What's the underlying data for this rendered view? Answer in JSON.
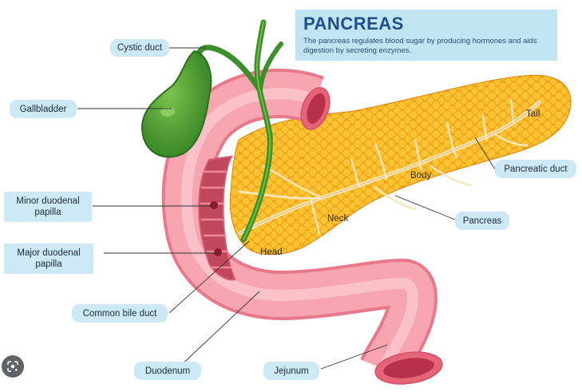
{
  "title": "PANCREAS",
  "description": "The pancreas regulates blood sugar by producing hormones and aids digestion by secreting enzymes.",
  "labels": {
    "cystic_duct": "Cystic duct",
    "gallbladder": "Gallbladder",
    "minor_papilla": "Minor duodenal\npapilla",
    "major_papilla": "Major duodenal\npapilla",
    "common_bile_duct": "Common  bile duct",
    "duodenum": "Duodenum",
    "jejunum": "Jejunum",
    "pancreatic_duct": "Pancreatic duct",
    "pancreas": "Pancreas"
  },
  "organ_labels": {
    "tail": "Tail",
    "body": "Body",
    "neck": "Neck",
    "head": "Head"
  },
  "icons": {
    "lens": "google-lens-icon"
  },
  "colors": {
    "pancreas": "#f7b21f",
    "duodenum": "#f29aa6",
    "gallbladder": "#3f9a2e",
    "title": "#1f4e8c",
    "label_bg": "#cde9f5"
  }
}
